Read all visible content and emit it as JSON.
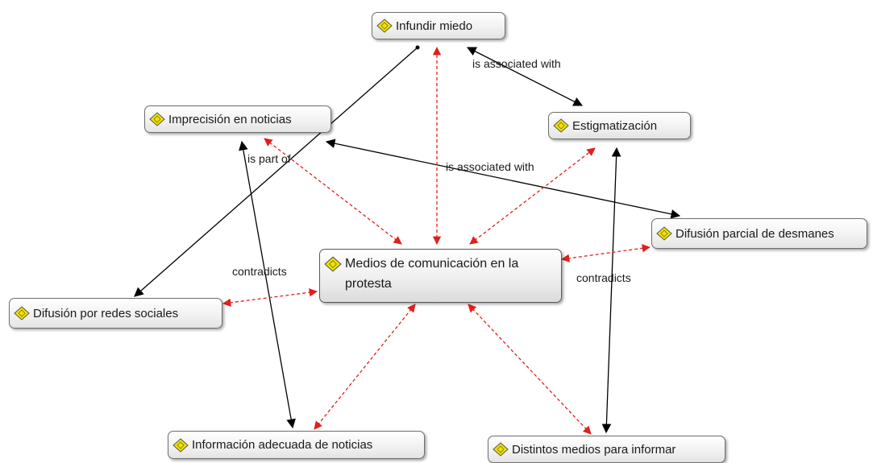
{
  "nodes": {
    "infundir": "Infundir miedo",
    "imprecision": "Imprecisión en noticias",
    "estigma": "Estigmatización",
    "difusion_parcial": "Difusión parcial de desmanes",
    "medios": "Medios de comunicación en la protesta",
    "redes": "Difusión por redes sociales",
    "info_adecuada": "Información adecuada de noticias",
    "distintos": "Distintos medios para informar"
  },
  "relation_labels": {
    "assoc_infundir_estigma": "is associated with",
    "assoc_imprecision_parcial": "is associated with",
    "part_of": "is part of",
    "contradicts_left": "contradicts",
    "contradicts_right": "contradicts"
  },
  "colors": {
    "relation_line": "#000000",
    "dashed_link": "#e0201c",
    "node_border": "#6e6e6e",
    "icon_fill": "#f2e200"
  },
  "icon": "code-node-icon"
}
